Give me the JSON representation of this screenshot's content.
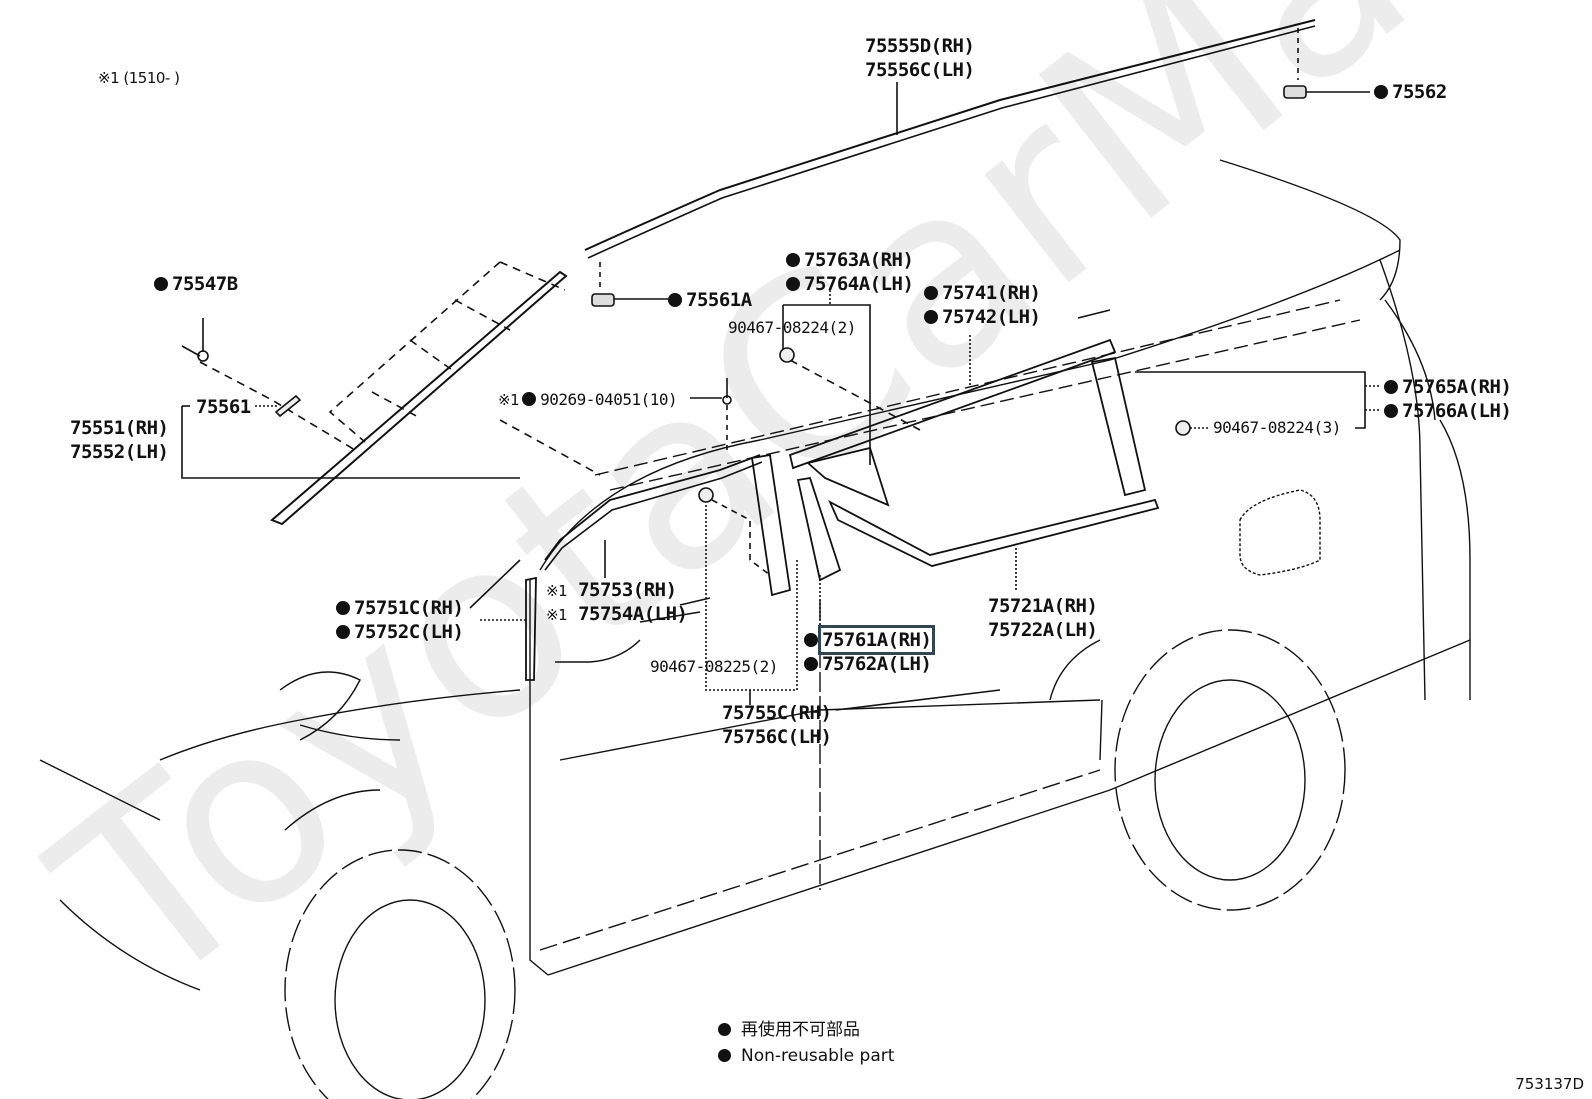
{
  "diagram": {
    "watermark": "ToyotaCarManual.ru",
    "footnote": "※1 (1510-        )",
    "reference_code": "753137D",
    "highlighted_part": "75761A(RH)",
    "highlight_color": "#2f4654",
    "legend": {
      "items": [
        {
          "icon": "filled-circle-icon",
          "label": "再使用不可部品"
        },
        {
          "icon": "filled-circle-icon",
          "label": "Non-reusable part"
        }
      ]
    },
    "labels": {
      "p75555D": "75555D(RH)",
      "p75556C": "75556C(LH)",
      "p75562": "75562",
      "p75547B": "75547B",
      "p75561A": "75561A",
      "p75561": "75561",
      "p75551": "75551(RH)",
      "p75552": "75552(LH)",
      "p75763A": "75763A(RH)",
      "p75764A": "75764A(LH)",
      "p75741": "75741(RH)",
      "p75742": "75742(LH)",
      "clip_08224_2": "90467-08224(2)",
      "clip_04051": "90269-04051(10)",
      "clip_04051_mark": "※1",
      "p75765A": "75765A(RH)",
      "p75766A": "75766A(LH)",
      "clip_08224_3": "90467-08224(3)",
      "p75753": "75753(RH)",
      "p75754A": "75754A(LH)",
      "p75753_mark": "※1",
      "p75754A_mark": "※1",
      "p75751C": "75751C(RH)",
      "p75752C": "75752C(LH)",
      "p75761A": "75761A(RH)",
      "p75762A": "75762A(LH)",
      "clip_08225": "90467-08225(2)",
      "p75755C": "75755C(RH)",
      "p75756C": "75756C(LH)",
      "p75721A": "75721A(RH)",
      "p75722A": "75722A(LH)"
    }
  }
}
